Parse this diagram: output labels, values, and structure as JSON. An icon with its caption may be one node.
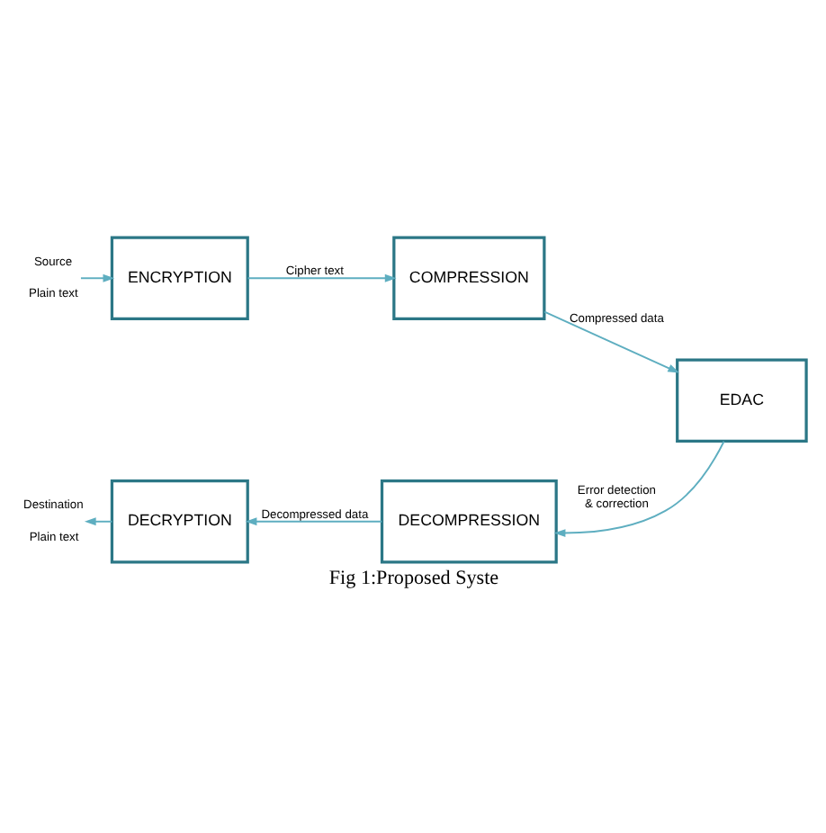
{
  "diagram": {
    "caption": "Fig 1:Proposed Syste",
    "nodes": [
      {
        "text": [
          "Source",
          "Plain text"
        ]
      },
      {
        "text": [
          "ENCRYPTION"
        ]
      },
      {
        "text": [
          "COMPRESSION"
        ]
      },
      {
        "text": [
          "EDAC"
        ]
      },
      {
        "text": [
          "DECOMPRESSION"
        ]
      },
      {
        "text": [
          "DECRYPTION"
        ]
      },
      {
        "text": [
          "Destination",
          "Plain text"
        ]
      }
    ],
    "edges": [
      {
        "from": 0,
        "to": 1,
        "arrow": "to"
      },
      {
        "from": 1,
        "to": 2,
        "arrow": "to",
        "label": "Cipher text"
      },
      {
        "from": 2,
        "to": 3,
        "arrow": "to",
        "label": "Compressed data"
      },
      {
        "from": 3,
        "to": 4,
        "arrow": "to",
        "label": "Error detection & correction"
      },
      {
        "from": 4,
        "to": 5,
        "arrow": "to",
        "label": "Decompressed data"
      },
      {
        "from": 5,
        "to": 6,
        "arrow": "to"
      }
    ]
  }
}
